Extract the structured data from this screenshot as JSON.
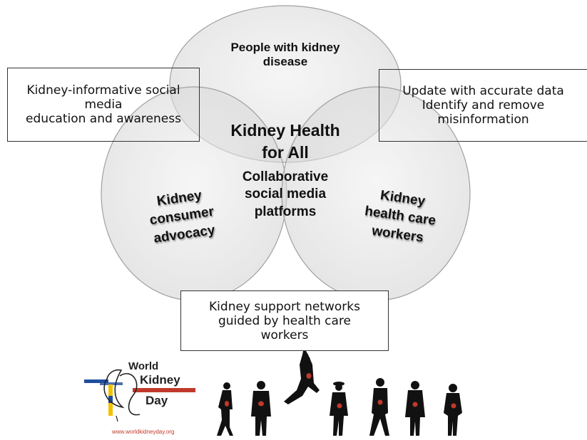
{
  "circles": {
    "top": {
      "line1": "People with kidney",
      "line2": "disease"
    },
    "left": {
      "line1": "Kidney",
      "line2": "consumer",
      "line3": "advocacy"
    },
    "right": {
      "line1": "Kidney",
      "line2": "health care",
      "line3": "workers"
    }
  },
  "center": {
    "title1": "Kidney Health",
    "title2": "for All",
    "sub1": "Collaborative",
    "sub2": "social  media",
    "sub3": "platforms"
  },
  "boxes": {
    "left": {
      "line1": "Kidney-informative social",
      "line2": "media",
      "line3": "education and awareness"
    },
    "right": {
      "line1": "Update with accurate data",
      "line2": "Identify and remove",
      "line3": "misinformation"
    },
    "bottom": {
      "line1": "Kidney support networks",
      "line2": "guided by health care",
      "line3": "workers"
    }
  },
  "logo": {
    "word1": "World",
    "word2": "Kidney",
    "word3": "Day",
    "url": "www.worldkidneyday.org"
  },
  "colors": {
    "circle_fill": "#e6e6e6",
    "circle_stroke": "#9a9a9a",
    "logo_blue": "#1f4e9e",
    "logo_red": "#c0392b",
    "logo_yellow": "#f2c200"
  }
}
